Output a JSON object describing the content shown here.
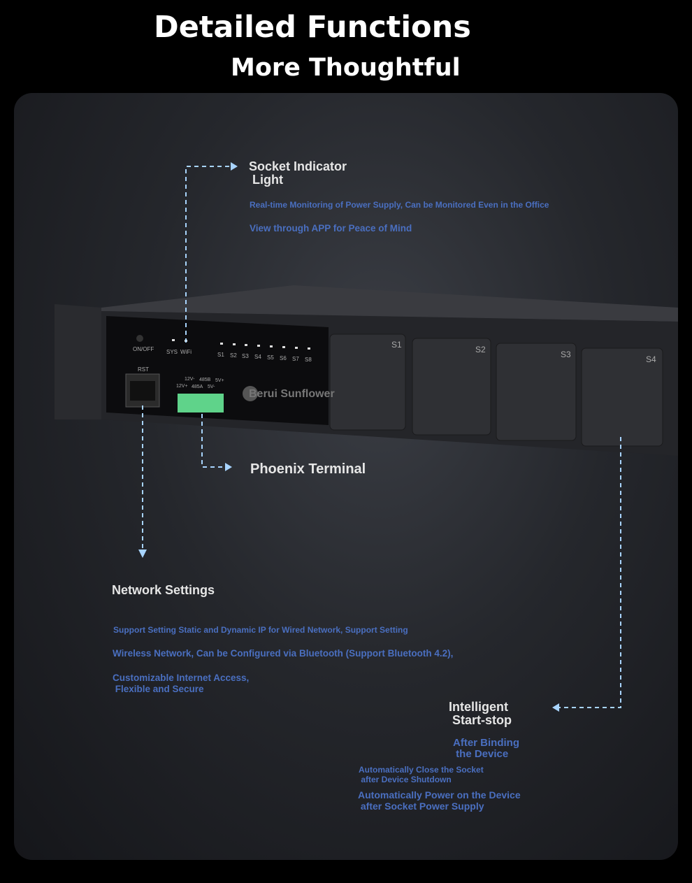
{
  "title": {
    "main": "Detailed Functions",
    "overlay": "More Thoughtful"
  },
  "device": {
    "front_labels": {
      "on_off": "ON/OFF",
      "rst": "RST",
      "sys": "SYS",
      "wifi": "WiFi"
    },
    "socket_leds": [
      "S1",
      "S2",
      "S3",
      "S4",
      "S5",
      "S6",
      "S7",
      "S8"
    ],
    "terminal_labels": [
      "12V+",
      "12V-",
      "485A",
      "485B",
      "5V-",
      "5V+"
    ],
    "outlets": [
      "S1",
      "S2",
      "S3",
      "S4"
    ],
    "watermark": "Berui Sunflower"
  },
  "socket_indicator": {
    "title_line1": "Socket Indicator",
    "title_line2": " Light",
    "desc1": "Real-time Monitoring of Power Supply, Can be Monitored Even in the Office",
    "desc2": "View through APP for Peace of Mind"
  },
  "phoenix": {
    "title": "Phoenix Terminal"
  },
  "network": {
    "title": "Network Settings",
    "desc1": "Support Setting Static and Dynamic IP for Wired Network, Support Setting",
    "desc2": "Wireless Network, Can be Configured via Bluetooth (Support Bluetooth 4.2),",
    "desc3a": "Customizable Internet Access,",
    "desc3b": " Flexible and Secure"
  },
  "startstop": {
    "title1": "Intelligent",
    "title2": " Start-stop",
    "d1a": "After Binding",
    "d1b": " the Device",
    "d2a": "Automatically Close the Socket",
    "d2b": " after Device Shutdown",
    "d3a": "Automatically Power on the Device",
    "d3b": " after Socket Power Supply"
  },
  "colors": {
    "accent": "#4a6fc0",
    "arrow": "#a8d4ff",
    "terminal": "#5fd38a"
  }
}
